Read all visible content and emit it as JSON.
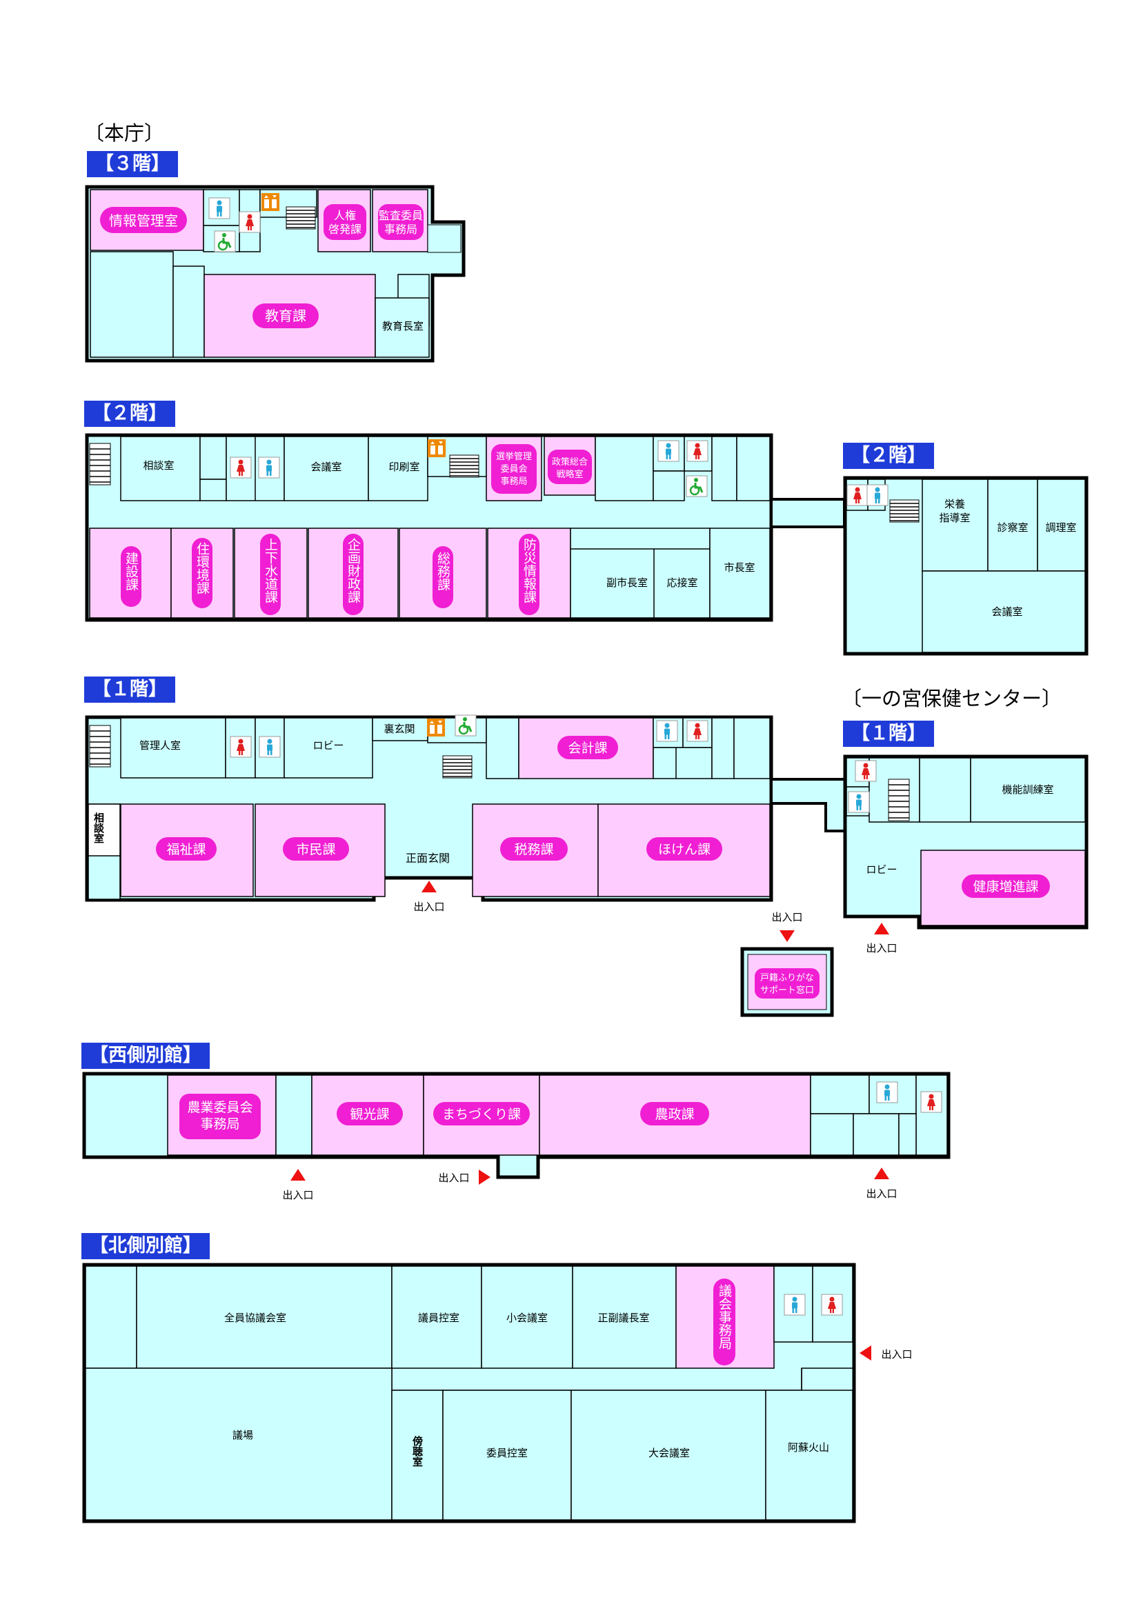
{
  "headings": {
    "main": "〔本庁〕",
    "health": "〔一の宮保健センター〕"
  },
  "floors": {
    "f3": "【３階】",
    "f2": "【２階】",
    "f2east": "【２階】",
    "f1": "【１階】",
    "health1": "【１階】",
    "west": "【西側別館】",
    "north": "【北側別館】"
  },
  "f3": {
    "info": "情報管理室",
    "jinken": [
      "人権",
      "啓発課"
    ],
    "kansa": [
      "監査委員",
      "事務局"
    ],
    "kyouiku": "教育課",
    "kyouikuchou": "教育長室"
  },
  "f2": {
    "soudan": "相談室",
    "kaigi": "会議室",
    "insatsu": "印刷室",
    "senkyo": [
      "選挙管理",
      "委員会",
      "事務局"
    ],
    "seisaku": [
      "政策総合",
      "戦略室"
    ],
    "kensetsu": "建設課",
    "jukankyo": "住環境課",
    "gesuidou": "上下水道課",
    "kikaku": "企画財政課",
    "soumu": "総務課",
    "bousai": "防災情報課",
    "fukushichou": "副市長室",
    "ousetsu": "応接室",
    "shichou": "市長室"
  },
  "f2east": {
    "eiyou": [
      "栄養",
      "指導室"
    ],
    "shinsatsu": "診察室",
    "chouri": "調理室",
    "kaigi": "会議室"
  },
  "f1": {
    "kanrinin": "管理人室",
    "lobby": "ロビー",
    "uragenkan": "裏玄関",
    "kaikei": "会計課",
    "soudan": "相談室",
    "fukushi": "福祉課",
    "shimin": "市民課",
    "shoumen": "正面玄関",
    "zeimu": "税務課",
    "hoken": "ほけん課",
    "entrance": "出入口"
  },
  "koseki": {
    "lines": [
      "戸籍ふりがな",
      "サポート窓口"
    ],
    "entrance": "出入口"
  },
  "health": {
    "kinou": "機能訓練室",
    "lobby": "ロビー",
    "kenkou": "健康増進課",
    "entrance": "出入口"
  },
  "west": {
    "nougyou": [
      "農業委員会",
      "事務局"
    ],
    "kankou": "観光課",
    "machi": "まちづくり課",
    "nousei": "農政課",
    "entrance": "出入口"
  },
  "north": {
    "zenin": "全員協議会室",
    "giinhikae": "議員控室",
    "shoukaigi": "小会議室",
    "seifuku": "正副議長室",
    "gikai": "議会事務局",
    "gijou": "議場",
    "bouchou": "傍聴室",
    "iinhikae": "委員控室",
    "daikaigi": "大会議室",
    "aso": "阿蘇火山",
    "entrance": "出入口"
  },
  "colors": {
    "room": "#ccffff",
    "dept": "#ffccff",
    "pill": "#f01fd3",
    "label_bg": "#1f3cd8",
    "entrance_arrow": "#ee1111",
    "toilet_m": "#28a8d6",
    "toilet_f": "#e02020",
    "elevator": "#ee8800",
    "accessible": "#22aa33"
  },
  "icons": [
    "male-toilet-icon",
    "female-toilet-icon",
    "elevator-icon",
    "accessible-toilet-icon",
    "stairs-icon",
    "entrance-arrow-icon"
  ]
}
